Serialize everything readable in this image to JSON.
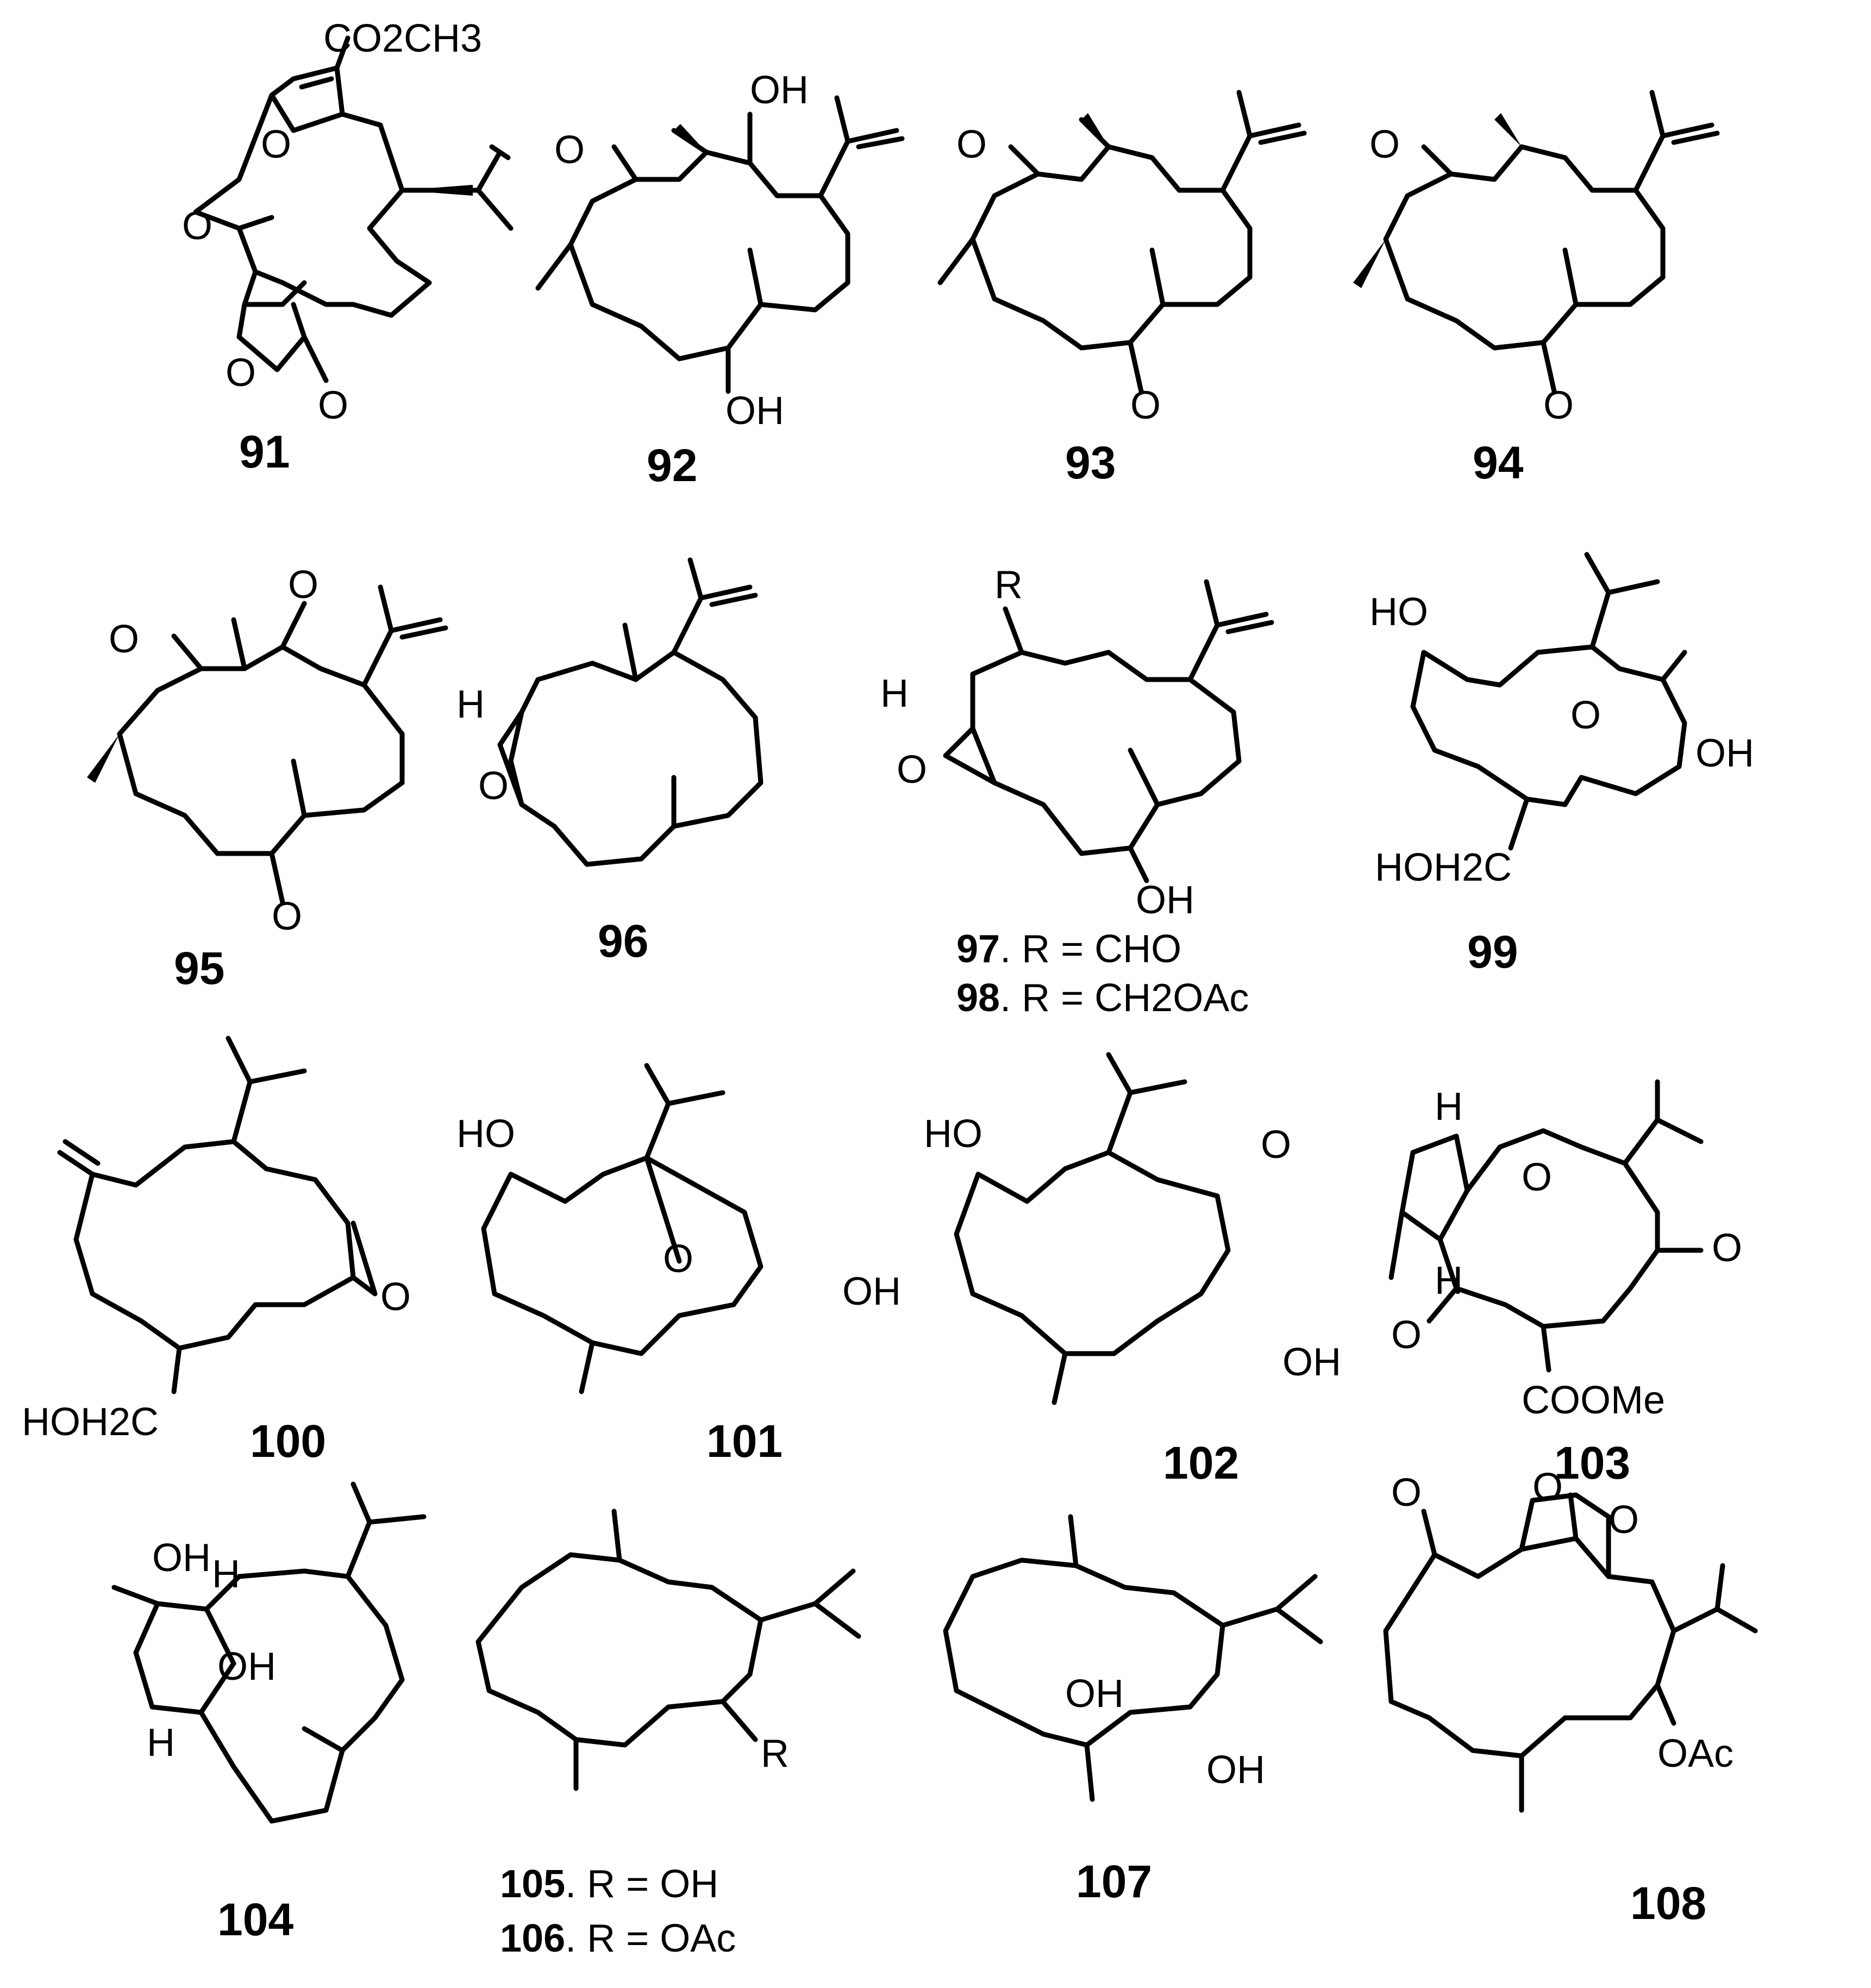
{
  "compounds": [
    {
      "id": "91",
      "labels": {
        "ester": "CO2CH3",
        "o1": "O",
        "o2": "O",
        "o3": "O",
        "o4": "O"
      }
    },
    {
      "id": "92",
      "labels": {
        "o1": "O",
        "oh1": "OH",
        "oh2": "OH"
      }
    },
    {
      "id": "93",
      "labels": {
        "o1": "O",
        "o2": "O"
      }
    },
    {
      "id": "94",
      "labels": {
        "o1": "O",
        "o2": "O"
      }
    },
    {
      "id": "95",
      "labels": {
        "o1": "O",
        "o2": "O",
        "o3": "O"
      }
    },
    {
      "id": "96",
      "labels": {
        "h": "H",
        "o": "O"
      }
    },
    {
      "id": "97",
      "r_def": "R = CHO",
      "labels": {
        "r": "R",
        "h": "H",
        "o": "O",
        "oh": "OH"
      }
    },
    {
      "id": "98",
      "r_def": "R = CH2OAc"
    },
    {
      "id": "99",
      "labels": {
        "ho": "HO",
        "o": "O",
        "oh": "OH",
        "hoh2c": "HOH2C"
      }
    },
    {
      "id": "100",
      "labels": {
        "o": "O",
        "hoh2c": "HOH2C"
      }
    },
    {
      "id": "101",
      "labels": {
        "ho": "HO",
        "o": "O",
        "oh": "OH"
      }
    },
    {
      "id": "102",
      "labels": {
        "ho": "HO",
        "o": "O",
        "oh": "OH"
      }
    },
    {
      "id": "103",
      "labels": {
        "h1": "H",
        "h2": "H",
        "o1": "O",
        "o2": "O",
        "o3": "O",
        "ester": "COOMe"
      }
    },
    {
      "id": "104",
      "labels": {
        "oh1": "OH",
        "h1": "H",
        "oh2": "OH",
        "h2": "H"
      }
    },
    {
      "id": "105",
      "r_def": "R = OH",
      "labels": {
        "r": "R"
      }
    },
    {
      "id": "106",
      "r_def": "R = OAc"
    },
    {
      "id": "107",
      "labels": {
        "oh1": "OH",
        "oh2": "OH"
      }
    },
    {
      "id": "108",
      "labels": {
        "o1": "O",
        "o2": "O",
        "o3": "O",
        "oac": "OAc"
      }
    }
  ]
}
